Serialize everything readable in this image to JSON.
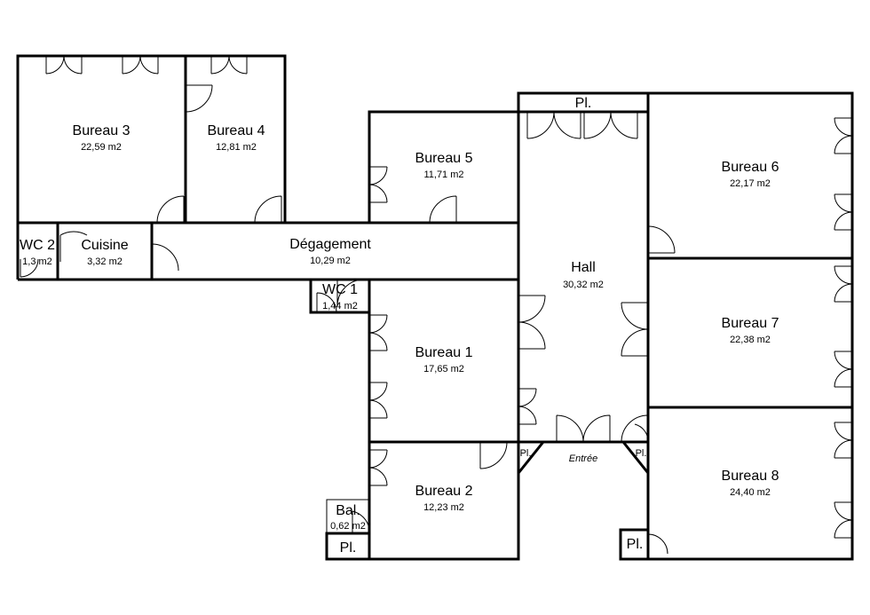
{
  "rooms": {
    "bureau3": {
      "name": "Bureau 3",
      "area": "22,59 m2"
    },
    "bureau4": {
      "name": "Bureau 4",
      "area": "12,81 m2"
    },
    "bureau5": {
      "name": "Bureau 5",
      "area": "11,71 m2"
    },
    "bureau6": {
      "name": "Bureau 6",
      "area": "22,17 m2"
    },
    "wc2": {
      "name": "WC 2",
      "area": "1,3 m2"
    },
    "cuisine": {
      "name": "Cuisine",
      "area": "3,32 m2"
    },
    "degagement": {
      "name": "Dégagement",
      "area": "10,29 m2"
    },
    "hall": {
      "name": "Hall",
      "area": "30,32 m2"
    },
    "wc1": {
      "name": "WC 1",
      "area": "1,44 m2"
    },
    "bureau1": {
      "name": "Bureau 1",
      "area": "17,65 m2"
    },
    "bureau7": {
      "name": "Bureau 7",
      "area": "22,38 m2"
    },
    "bureau2": {
      "name": "Bureau 2",
      "area": "12,23 m2"
    },
    "bal": {
      "name": "Bal.",
      "area": "0,62 m2"
    },
    "bureau8": {
      "name": "Bureau 8",
      "area": "24,40 m2"
    }
  },
  "labels": {
    "pl_top": "Pl.",
    "pl_left": "Pl.",
    "pl_right": "Pl.",
    "pl_bottom_left": "Pl.",
    "pl_bottom_right": "Pl.",
    "entree": "Entrée"
  }
}
